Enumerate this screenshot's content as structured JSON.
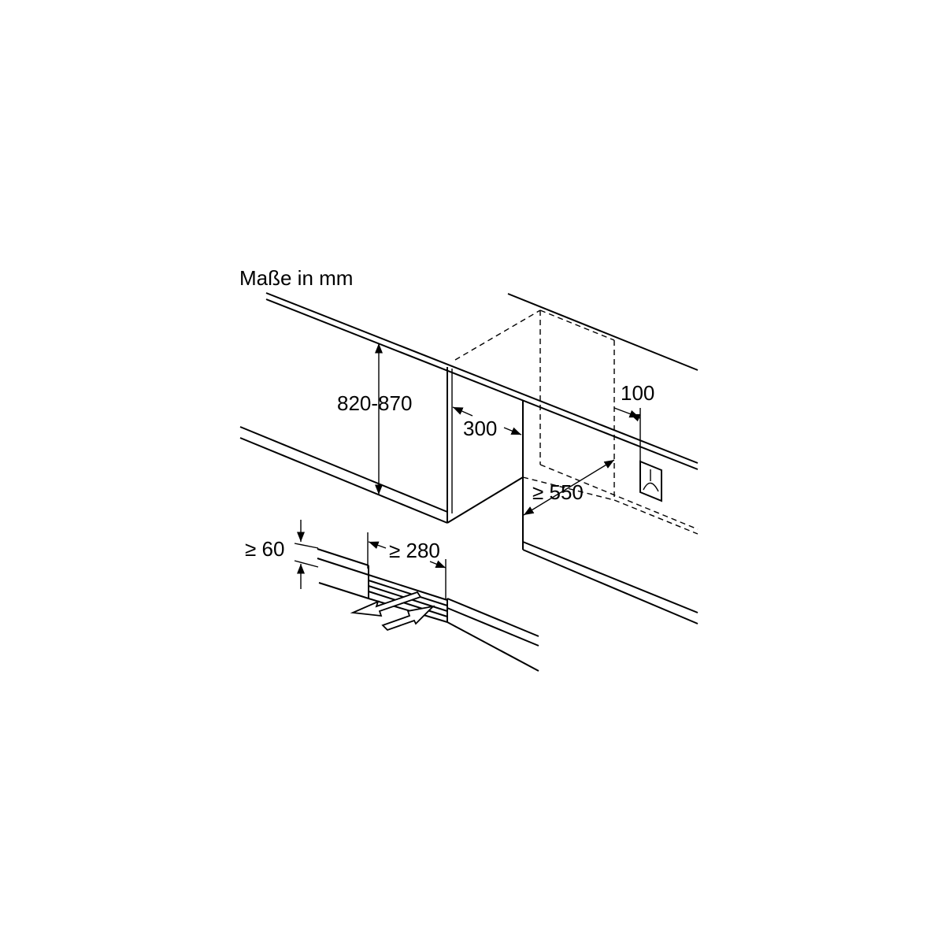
{
  "caption": "Maße in mm",
  "dimensions": {
    "height": "820-870",
    "side_gap": "300",
    "right_gap": "100",
    "depth": "≥ 550",
    "plinth_height": "≥ 60",
    "vent_width": "≥ 280"
  },
  "icons": {
    "socket": "power-socket-icon",
    "airflow": "airflow-arrows-icon"
  }
}
